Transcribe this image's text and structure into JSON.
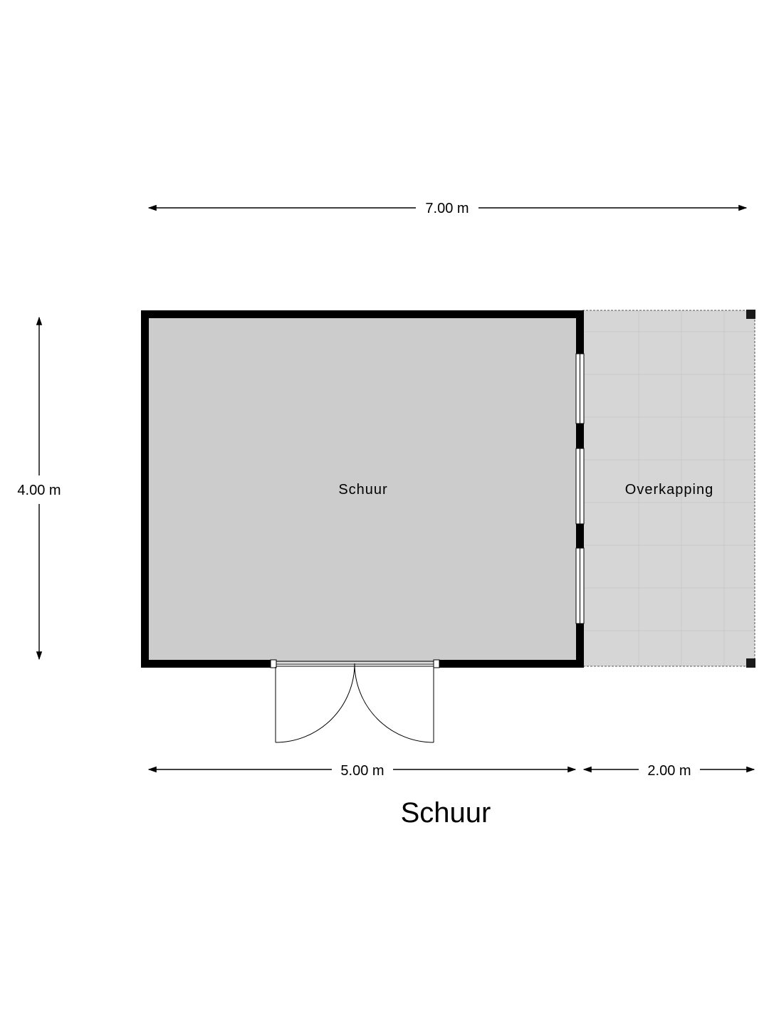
{
  "plan": {
    "title": "Schuur",
    "rooms": {
      "shed": {
        "label": "Schuur"
      },
      "canopy": {
        "label": "Overkapping"
      }
    },
    "dimensions": {
      "overall_width": "7.00 m",
      "overall_depth": "4.00 m",
      "shed_width": "5.00 m",
      "canopy_width": "2.00 m"
    },
    "colors": {
      "shed_floor": "#cccccc",
      "canopy_floor": "#d6d6d6",
      "wall": "#000000"
    }
  }
}
